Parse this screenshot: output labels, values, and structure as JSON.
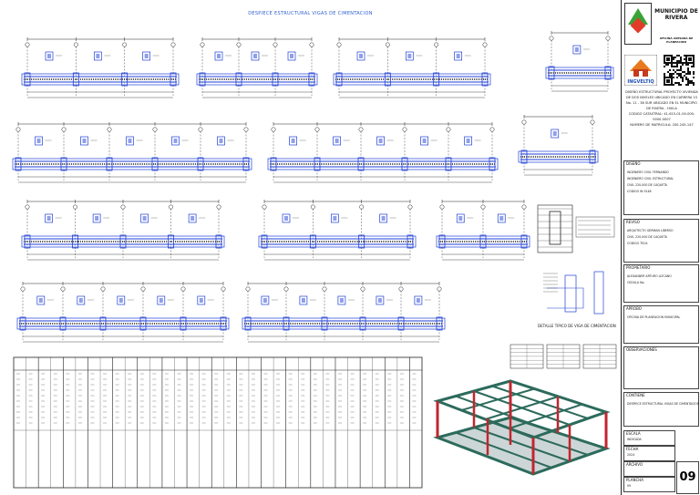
{
  "drawing": {
    "sheet_title": "DESPIECE ESTRUCTURAL VIGAS DE CIMENTACION",
    "detail_caption": "DETALLE TIPICO DE VIGA DE CIMENTACION",
    "colors": {
      "line": "#222222",
      "blue": "#1f3fd8",
      "cyan": "#16a0c8",
      "struct_green": "#2c6b5c",
      "struct_red": "#c0262f"
    }
  },
  "title_block": {
    "municipality": "MUNICIPIO DE RIVERA",
    "office": "OFICINA ASESORA DE PLANEACION",
    "brand": "INGVELTIQ",
    "project_description": "DISEÑO ESTRUCTURAL PROYECTO VIVIENDA DE DOS NIVELES UBICADO EN CARRERA 15 No. 11 - 38 SUR UBICADO EN EL MUNICIPIO DE RIVERA - HUILA\nCODIGO CATASTRAL: 41-615-01-00-000-0000-0007\nNUMERO DE MATRICULA: 200-245-147",
    "sections": [
      {
        "label": "DISEÑO",
        "lines": [
          "INGENIERO CIVIL FERNANDO",
          "INGENIERO CIVIL ESTRUCTURAL",
          "CIVIL 220-000 DE CAQUETA",
          "CODIGO IN 9148"
        ]
      },
      {
        "label": "REVISO",
        "lines": [
          "ARQUITECTO GERMAN LIBERSO",
          "CIVIL 220-000 DE CAQUETA",
          "CODIGO TECA"
        ]
      },
      {
        "label": "PROPIETARIO",
        "lines": [
          "ALEXANDER ARTURO LIZCANO",
          "CEDULA No."
        ]
      },
      {
        "label": "APROBO",
        "lines": [
          "OFICINA DE PLANEACION MUNICIPAL"
        ]
      },
      {
        "label": "OBSERVACIONES",
        "lines": []
      },
      {
        "label": "CONTIENE",
        "lines": [
          "DESPIECE ESTRUCTURAL VIGAS DE CIMENTACION"
        ]
      }
    ],
    "footer": [
      {
        "label": "ESCALA",
        "value": "INDICADA"
      },
      {
        "label": "FECHA",
        "value": "2024"
      },
      {
        "label": "ARCHIVO",
        "value": ""
      },
      {
        "label": "PLANCHA",
        "value": "09"
      }
    ],
    "sheet_number": "09"
  }
}
